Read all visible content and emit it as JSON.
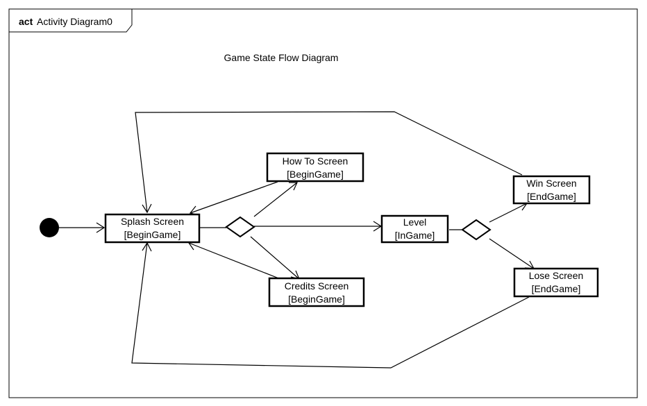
{
  "frame": {
    "keyword": "act",
    "name": "Activity Diagram0"
  },
  "title": "Game State Flow Diagram",
  "nodes": {
    "splash": {
      "line1": "Splash Screen",
      "line2": "[BeginGame]"
    },
    "howto": {
      "line1": "How To Screen",
      "line2": "[BeginGame]"
    },
    "credits": {
      "line1": "Credits Screen",
      "line2": "[BeginGame]"
    },
    "level": {
      "line1": "Level",
      "line2": "[InGame]"
    },
    "win": {
      "line1": "Win Screen",
      "line2": "[EndGame]"
    },
    "lose": {
      "line1": "Lose Screen",
      "line2": "[EndGame]"
    }
  }
}
